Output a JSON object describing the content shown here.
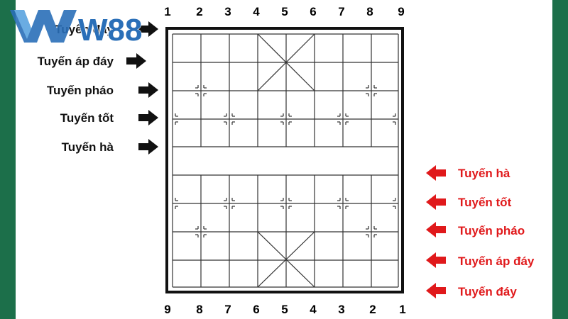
{
  "brand": {
    "logo_text": "W88",
    "accent": "#2a6fb8"
  },
  "board": {
    "top_numbers": [
      "1",
      "2",
      "3",
      "4",
      "5",
      "6",
      "7",
      "8",
      "9"
    ],
    "bottom_numbers": [
      "9",
      "8",
      "7",
      "6",
      "5",
      "4",
      "3",
      "2",
      "1"
    ]
  },
  "left_labels": [
    "Tuyến đáy",
    "Tuyến áp đáy",
    "Tuyến pháo",
    "Tuyến tốt",
    "Tuyến hà"
  ],
  "right_labels": [
    "Tuyến hà",
    "Tuyến tốt",
    "Tuyến pháo",
    "Tuyến áp đáy",
    "Tuyến đáy"
  ],
  "colors": {
    "left_arrow": "#111111",
    "right_arrow": "#e0191b",
    "right_text": "#e0191b",
    "background": "#1c6f4a"
  },
  "icons": {
    "left": "arrow-right-icon",
    "right": "arrow-left-icon"
  }
}
